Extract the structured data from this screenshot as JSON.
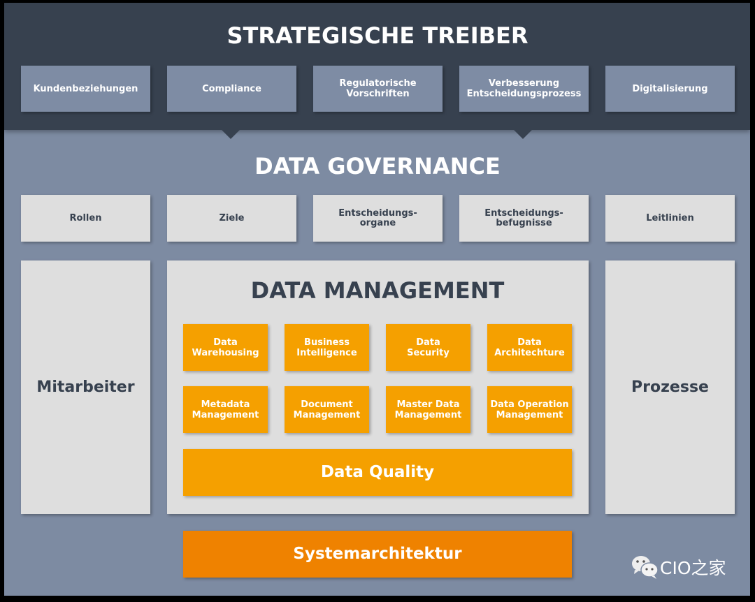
{
  "drivers": {
    "title": "STRATEGISCHE TREIBER",
    "items": [
      "Kundenbeziehungen",
      "Compliance",
      "Regulatorische\nVorschriften",
      "Verbesserung\nEntscheidungsprozess",
      "Digitalisierung"
    ]
  },
  "governance": {
    "title": "DATA GOVERNANCE",
    "items": [
      "Rollen",
      "Ziele",
      "Entscheidungs-\norgane",
      "Entscheidungs-\nbefugnisse",
      "Leitlinien"
    ]
  },
  "side": {
    "left": "Mitarbeiter",
    "right": "Prozesse"
  },
  "management": {
    "title": "DATA MANAGEMENT",
    "items": [
      "Data\nWarehousing",
      "Business\nIntelligence",
      "Data\nSecurity",
      "Data\nArchitechture",
      "Metadata\nManagement",
      "Document\nManagement",
      "Master Data\nManagement",
      "Data Operation\nManagement"
    ],
    "quality": "Data Quality"
  },
  "system": "Systemarchitektur",
  "watermark": "CIO之家",
  "colors": {
    "dark": "#37414f",
    "slate": "#7d8ba2",
    "light": "#dedede",
    "orange": "#f5a000",
    "deep_orange": "#ef8200"
  }
}
